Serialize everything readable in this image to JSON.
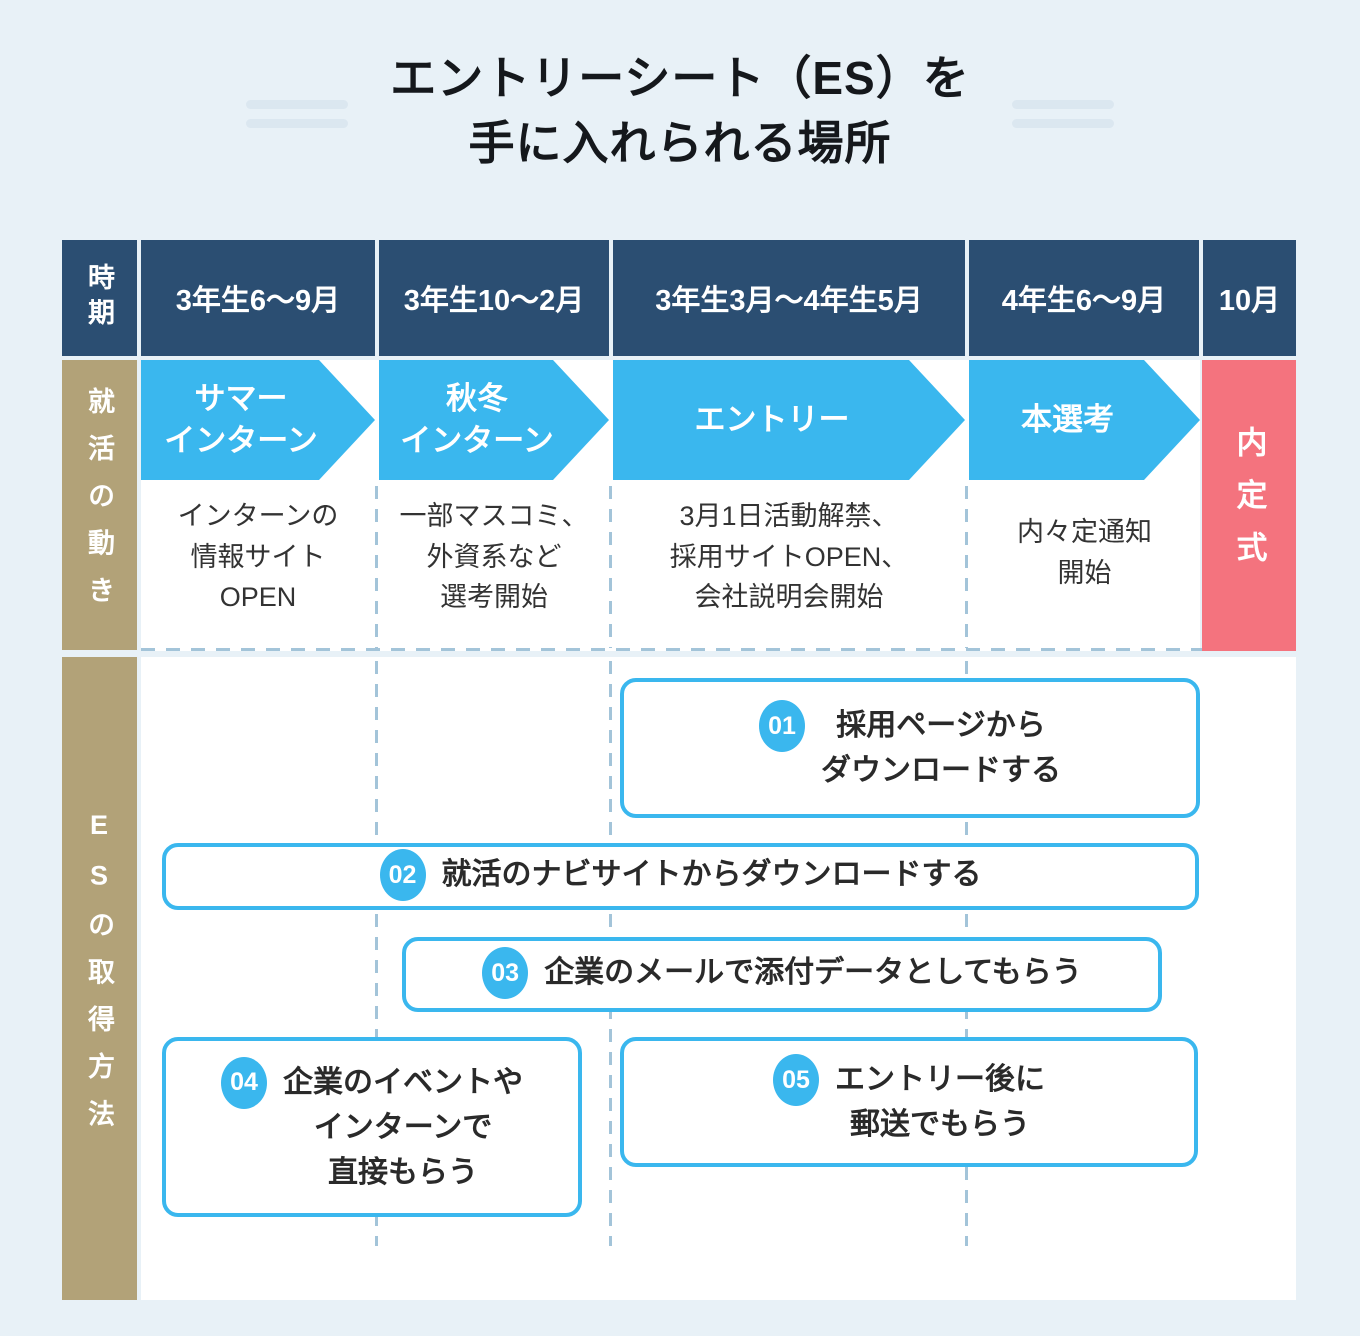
{
  "title": {
    "line1": "エントリーシート（ES）を",
    "line2": "手に入れられる場所"
  },
  "colors": {
    "navy": "#2b4e72",
    "cyan": "#3ab7ee",
    "tan": "#b2a278",
    "red": "#f4737e",
    "page_bg": "#e8f1f7",
    "dash": "#a3c4d9"
  },
  "timeline": {
    "corner_label": "時期",
    "periods": [
      "3年生6〜9月",
      "3年生10〜2月",
      "3年生3月〜4年生5月",
      "4年生6〜9月",
      "10月"
    ],
    "row_label": "就活の動き",
    "stages": [
      {
        "name_lines": [
          "サマー",
          "インターン"
        ],
        "note_lines": [
          "インターンの",
          "情報サイト",
          "OPEN"
        ]
      },
      {
        "name_lines": [
          "秋冬",
          "インターン"
        ],
        "note_lines": [
          "一部マスコミ、",
          "外資系など",
          "選考開始"
        ]
      },
      {
        "name_lines": [
          "エントリー"
        ],
        "note_lines": [
          "3月1日活動解禁、",
          "採用サイトOPEN、",
          "会社説明会開始"
        ]
      },
      {
        "name_lines": [
          "本選考"
        ],
        "note_lines": [
          "内々定通知",
          "開始"
        ]
      }
    ],
    "goal_label": "内定式"
  },
  "methods": {
    "row_label": "ESの取得方法",
    "items": [
      {
        "number": "01",
        "lines": [
          "採用ページから",
          "ダウンロードする"
        ]
      },
      {
        "number": "02",
        "lines": [
          "就活のナビサイトからダウンロードする"
        ]
      },
      {
        "number": "03",
        "lines": [
          "企業のメールで添付データとしてもらう"
        ]
      },
      {
        "number": "04",
        "lines": [
          "企業のイベントや",
          "インターンで",
          "直接もらう"
        ]
      },
      {
        "number": "05",
        "lines": [
          "エントリー後に",
          "郵送でもらう"
        ]
      }
    ]
  }
}
